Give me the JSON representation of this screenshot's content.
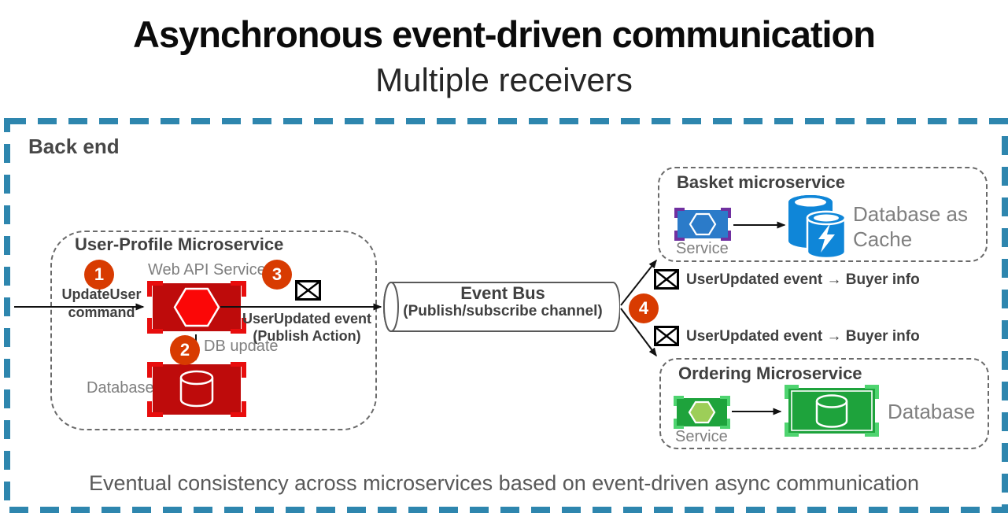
{
  "header": {
    "title": "Asynchronous event-driven communication",
    "subtitle": "Multiple receivers"
  },
  "backend": {
    "label": "Back end",
    "caption": "Eventual consistency across microservices based on event-driven async communication"
  },
  "user_profile": {
    "title": "User-Profile Microservice",
    "web_api_label": "Web API Service",
    "step1": "1",
    "step2": "2",
    "step3": "3",
    "command_line1": "UpdateUser",
    "command_line2": "command",
    "event_line1": "UserUpdated event",
    "event_line2": "(Publish Action)",
    "db_update_label": "DB update",
    "database_label": "Database"
  },
  "event_bus": {
    "title": "Event Bus",
    "subtitle": "(Publish/subscribe channel)",
    "step4": "4"
  },
  "messages": {
    "basket": "UserUpdated event → Buyer info",
    "ordering": "UserUpdated event → Buyer info"
  },
  "basket": {
    "title": "Basket microservice",
    "service_label": "Service",
    "database_label": "Database as Cache"
  },
  "ordering": {
    "title": "Ordering Microservice",
    "service_label": "Service",
    "database_label": "Database"
  },
  "colors": {
    "boundary_blue": "#2e86ae",
    "step_orange": "#d83b01",
    "red_fill": "#be0b0b",
    "red_bracket": "#e80d0d",
    "red_hexagon": "#fb0707",
    "blue_service_fill": "#2b7bc9",
    "blue_bracket_purple": "#7030a0",
    "blue_database": "#0f86d8",
    "green_fill": "#1ea33c",
    "green_bracket": "#4fd470",
    "green_hexagon": "#9dce58",
    "text_dark": "#404040",
    "text_gray": "#7f7f7f"
  }
}
